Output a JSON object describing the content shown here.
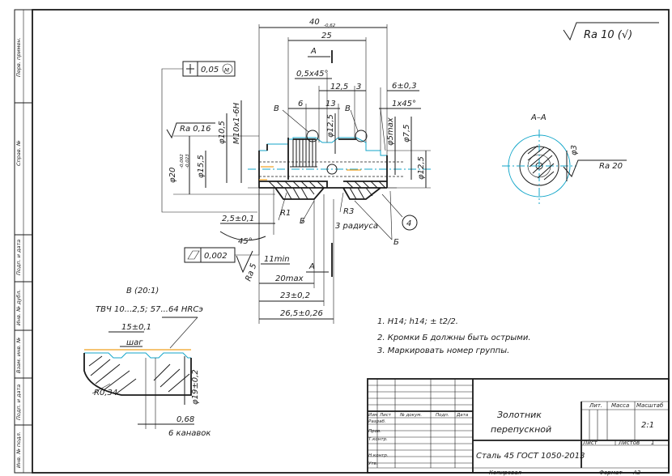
{
  "drawing": {
    "surface_finish_default": "Ra 10 (√)",
    "dims": {
      "d_40": "40",
      "d_40_tol": "-0,62",
      "d_25": "25",
      "d_chamfer_left": "0,5х45°",
      "d_12_5_top": "12,5",
      "d_3": "3",
      "d_6_03": "6±0,3",
      "d_6": "6",
      "d_13": "13",
      "d_1x45": "1х45°",
      "d_phi10_5": "φ10,5",
      "d_m10": "M10х1-6H",
      "d_phi12_5_groove": "φ12,5",
      "d_phi5max": "φ5max",
      "d_phi7_5": "φ7,5",
      "d_phi12_5_right": "φ12,5",
      "d_phi15_5": "φ15,5",
      "d_phi20": "φ20",
      "d_phi20_tol_up": "-0,002",
      "d_phi20_tol_low": "-0,023",
      "d_ra016": "Ra 0,16",
      "d_2_5": "2,5±0,1",
      "d_45deg": "45°",
      "d_r1": "R1",
      "d_r3": "R3",
      "d_3radius": "3 радиуса",
      "d_ra5": "Ra 5",
      "d_11min": "11min",
      "d_20max": "20max",
      "d_23": "23±0,2",
      "d_26_5": "26,5±0,26",
      "tol_flat": "0,002",
      "tol_runout": "0,05",
      "tol_runout_mod": "M",
      "lbl_A1": "A",
      "lbl_A2": "A",
      "lbl_B1": "B",
      "lbl_B2": "B",
      "lbl_b1": "Б",
      "lbl_b2": "Б",
      "lbl_4": "4"
    },
    "section": {
      "title": "А–А",
      "d_phi3": "φ3",
      "ra": "Ra 20"
    },
    "detail": {
      "title": "В (20:1)",
      "hardening": "ТВЧ 10...2,5; 57...64 HRCэ",
      "d_15": "15±0,1",
      "pitch": "шаг",
      "radius": "R0,34",
      "d_phi19": "φ19±0,2",
      "d_068": "0,68",
      "grooves": "6 канавок"
    },
    "notes": [
      "1. H14; h14; ± t2/2.",
      "2. Кромки Б должны быть острыми.",
      "3. Маркировать номер группы."
    ],
    "side_labels": [
      "Перв. примен.",
      "Справ. №",
      "Подп. и дата",
      "Инв. № дубл.",
      "Взам. инв. №",
      "Подп. и дата",
      "Инв. № подл."
    ],
    "title_block": {
      "name_line1": "Золотник",
      "name_line2": "перепускной",
      "material": "Сталь 45 ГОСТ 1050-2013",
      "lit": "Лит.",
      "mass": "Масса",
      "scale_hdr": "Масштаб",
      "scale": "2:1",
      "sheet": "Лист",
      "sheets": "Листов",
      "sheets_count": "1",
      "row_hdrs": [
        "Изм",
        "Лист",
        "№ докум.",
        "Подп.",
        "Дата"
      ],
      "roles": [
        "Разраб.",
        "Пров.",
        "Т.контр.",
        "",
        "Н.контр.",
        "Утв."
      ],
      "copied": "Копировал",
      "format": "Формат",
      "format_val": "А3"
    }
  }
}
